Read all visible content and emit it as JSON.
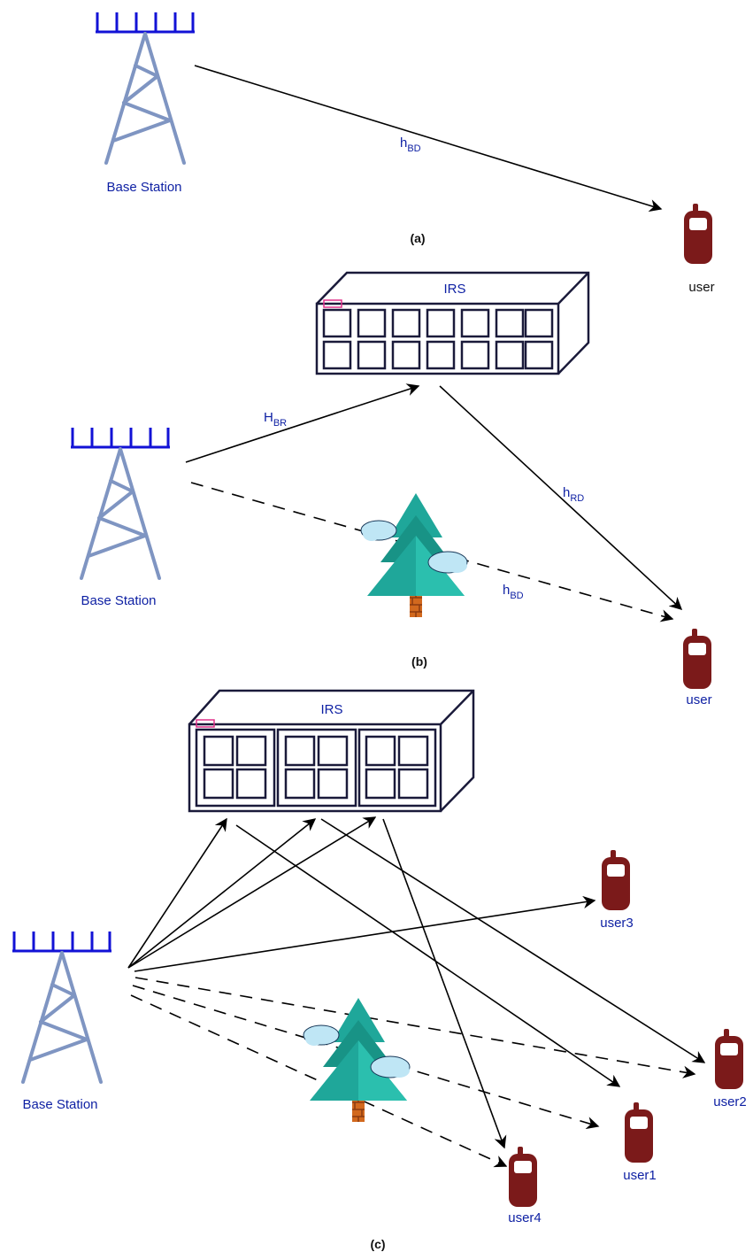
{
  "panel_a": {
    "caption": "(a)",
    "bs_label": "Base Station",
    "link_bd": {
      "main": "h",
      "sub": "BD"
    },
    "user_label": "user"
  },
  "panel_b": {
    "caption": "(b)",
    "irs_label": "IRS",
    "bs_label": "Base Station",
    "link_br": {
      "main": "H",
      "sub": "BR"
    },
    "link_rd": {
      "main": "h",
      "sub": "RD"
    },
    "link_bd": {
      "main": "h",
      "sub": "BD"
    },
    "user_label": "user"
  },
  "panel_c": {
    "caption": "(c)",
    "irs_label": "IRS",
    "bs_label": "Base Station",
    "users": [
      "user3",
      "user2",
      "user1",
      "user4"
    ]
  },
  "colors": {
    "tower": "#7f95c2",
    "antenna": "#1212d6",
    "label": "#0d1fa3",
    "phone": "#7b1a1a",
    "irs_outline": "#1a1a3a",
    "tree": "#1fa79a",
    "cloud": "#bfe6f5"
  }
}
